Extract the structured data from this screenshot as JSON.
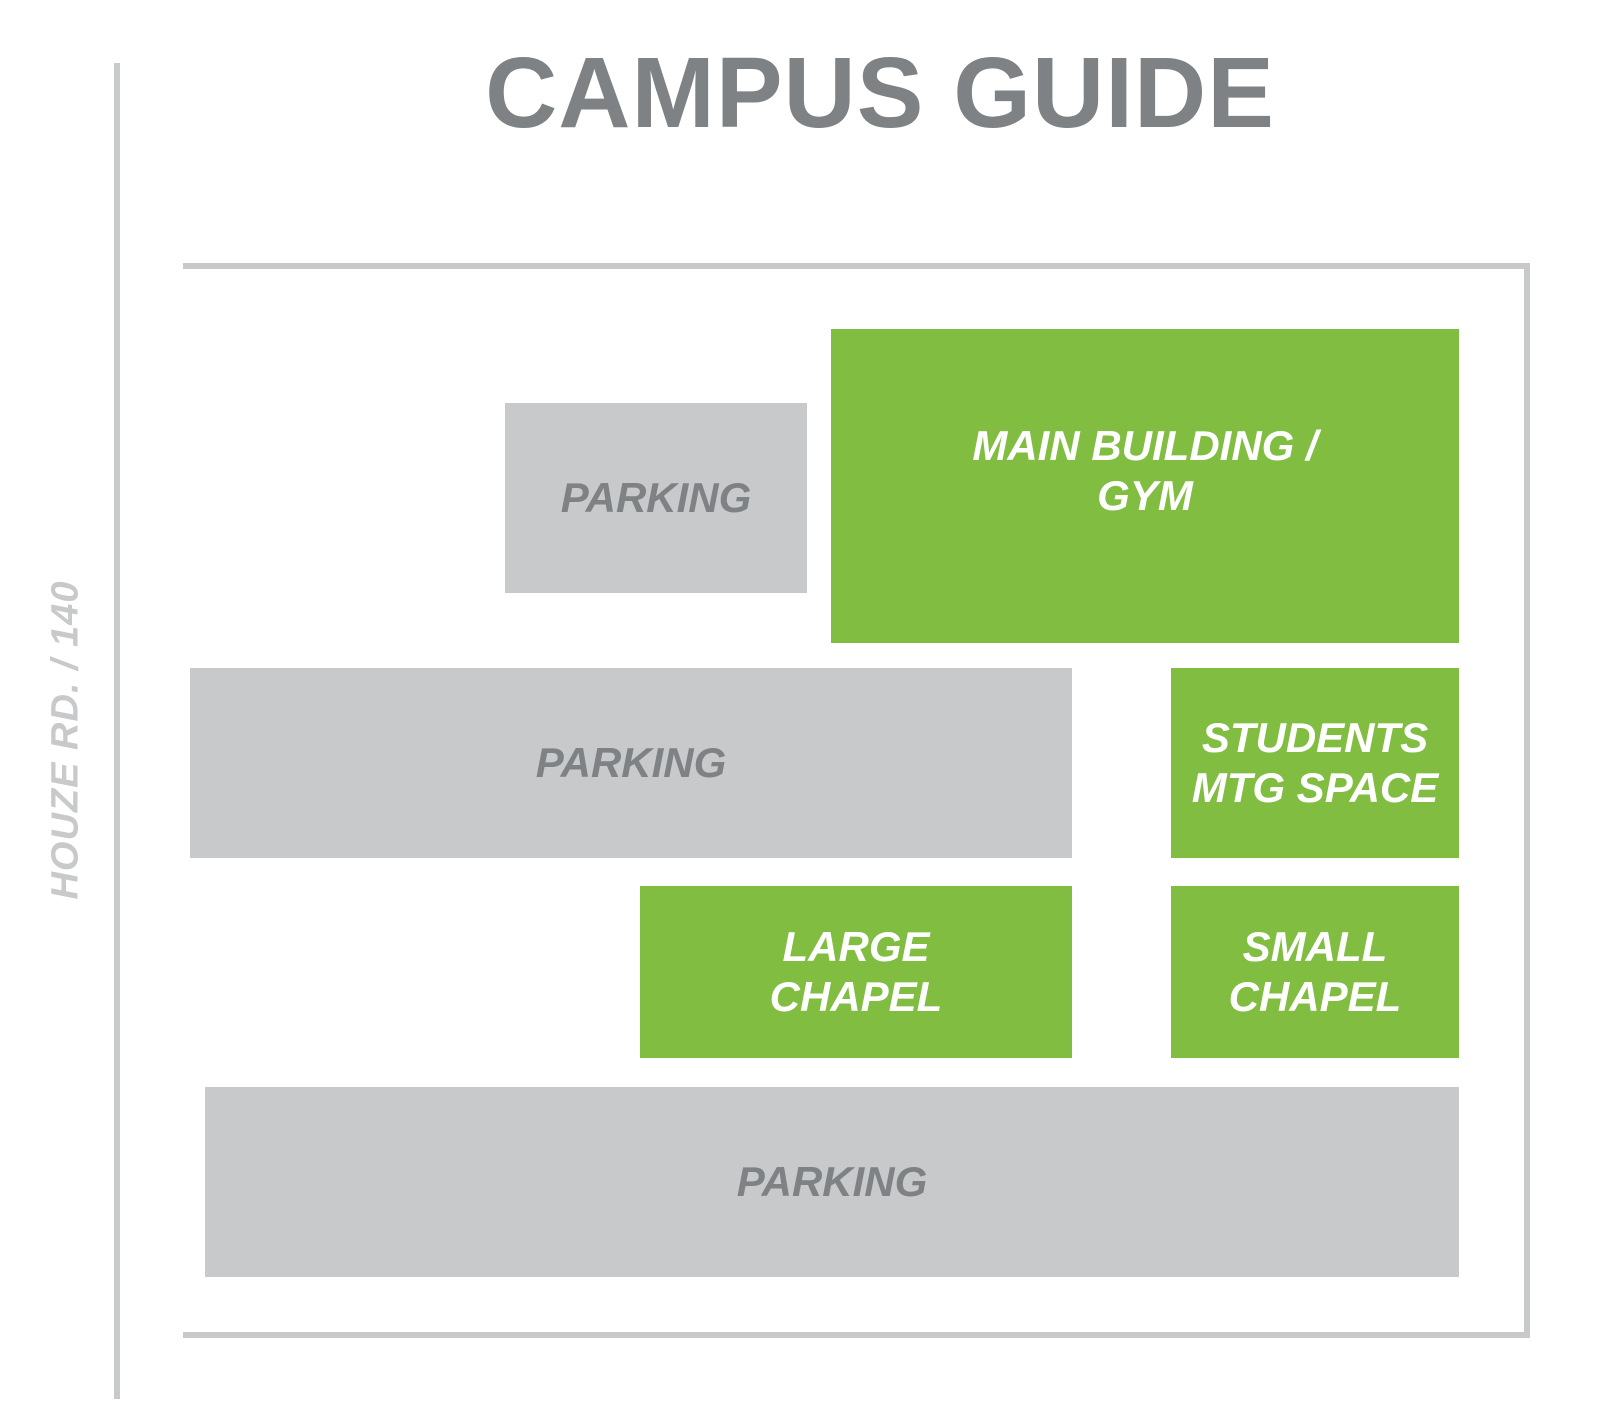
{
  "title": "CAMPUS GUIDE",
  "road_label": "HOUZE RD. / 140",
  "colors": {
    "title": "#7f8285",
    "parking_fill": "#c8c9cb",
    "parking_text": "#7f8285",
    "building_fill": "#80bd41",
    "building_text": "#ffffff",
    "lines": "#c8c9cb"
  },
  "areas": {
    "parking_north": {
      "label": "PARKING",
      "type": "parking"
    },
    "main_building": {
      "label": "MAIN BUILDING /\nGYM",
      "type": "building"
    },
    "parking_middle": {
      "label": "PARKING",
      "type": "parking"
    },
    "students_space": {
      "label": "STUDENTS\nMTG SPACE",
      "type": "building"
    },
    "large_chapel": {
      "label": "LARGE\nCHAPEL",
      "type": "building"
    },
    "small_chapel": {
      "label": "SMALL\nCHAPEL",
      "type": "building"
    },
    "parking_south": {
      "label": "PARKING",
      "type": "parking"
    }
  }
}
